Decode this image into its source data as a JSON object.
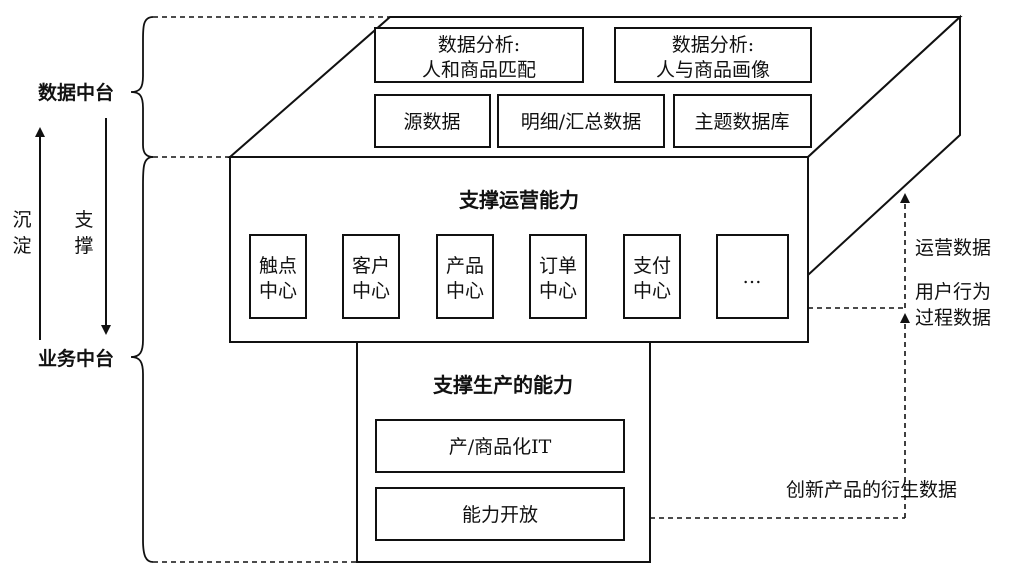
{
  "data_platform": {
    "label": "数据中台",
    "analysis_boxes": [
      {
        "line1": "数据分析:",
        "line2": "人和商品匹配"
      },
      {
        "line1": "数据分析:",
        "line2": "人与商品画像"
      }
    ],
    "data_boxes": [
      "源数据",
      "明细/汇总数据",
      "主题数据库"
    ]
  },
  "business_platform": {
    "label": "业务中台",
    "operations": {
      "title": "支撑运营能力",
      "centers": [
        {
          "line1": "触点",
          "line2": "中心"
        },
        {
          "line1": "客户",
          "line2": "中心"
        },
        {
          "line1": "产品",
          "line2": "中心"
        },
        {
          "line1": "订单",
          "line2": "中心"
        },
        {
          "line1": "支付",
          "line2": "中心"
        },
        {
          "line1": "…",
          "line2": ""
        }
      ]
    },
    "production": {
      "title": "支撑生产的能力",
      "boxes": [
        "产/商品化IT",
        "能力开放"
      ]
    }
  },
  "arrows": {
    "up_label": [
      "沉",
      "淀"
    ],
    "down_label": [
      "支",
      "撑"
    ]
  },
  "flows": {
    "operations_data": "运营数据",
    "user_behavior": [
      "用户行为",
      "过程数据"
    ],
    "derivative_data": "创新产品的衍生数据"
  }
}
